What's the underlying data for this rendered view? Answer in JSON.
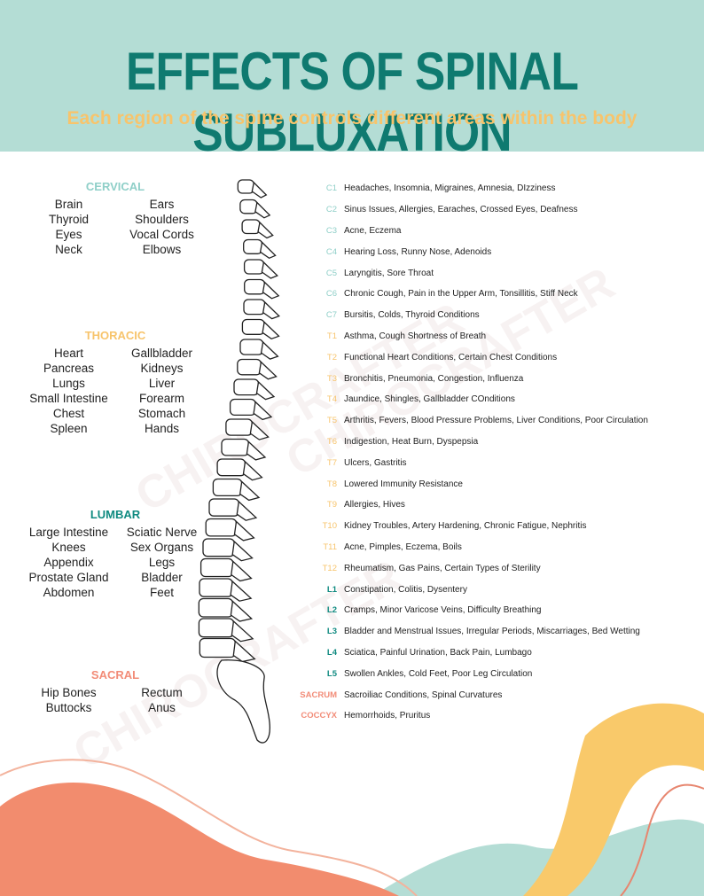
{
  "header": {
    "title": "EFFECTS OF SPINAL SUBLUXATION",
    "subtitle": "Each region of the spine controls different areas within the body"
  },
  "colors": {
    "cervical": "#8fcfc8",
    "thoracic": "#f7c46c",
    "lumbar": "#0f8a80",
    "sacral": "#f28c78"
  },
  "regions": [
    {
      "title": "CERVICAL",
      "color": "#8fcfc8",
      "organs": [
        "Brain",
        "Ears",
        "Thyroid",
        "Shoulders",
        "Eyes",
        "Vocal Cords",
        "Neck",
        "Elbows"
      ]
    },
    {
      "title": "THORACIC",
      "color": "#f7c46c",
      "organs": [
        "Heart",
        "Gallbladder",
        "Pancreas",
        "Kidneys",
        "Lungs",
        "Liver",
        "Small Intestine",
        "Forearm",
        "Chest",
        "Stomach",
        "Spleen",
        "Hands"
      ]
    },
    {
      "title": "LUMBAR",
      "color": "#0f8a80",
      "organs": [
        "Large Intestine",
        "Sciatic Nerve",
        "Knees",
        "Sex Organs",
        "Appendix",
        "Legs",
        "Prostate Gland",
        "Bladder",
        "Abdomen",
        "Feet"
      ]
    },
    {
      "title": "SACRAL",
      "color": "#f28c78",
      "organs": [
        "Hip Bones",
        "Rectum",
        "Buttocks",
        "Anus"
      ]
    }
  ],
  "vertebrae": [
    {
      "label": "C1",
      "color": "#8fcfc8",
      "text": "Headaches, Insomnia, Migraines, Amnesia, DIzziness"
    },
    {
      "label": "C2",
      "color": "#8fcfc8",
      "text": "Sinus Issues, Allergies, Earaches, Crossed Eyes, Deafness"
    },
    {
      "label": "C3",
      "color": "#8fcfc8",
      "text": "Acne, Eczema"
    },
    {
      "label": "C4",
      "color": "#8fcfc8",
      "text": "Hearing Loss, Runny Nose, Adenoids"
    },
    {
      "label": "C5",
      "color": "#8fcfc8",
      "text": "Laryngitis, Sore Throat"
    },
    {
      "label": "C6",
      "color": "#8fcfc8",
      "text": "Chronic Cough, Pain in the Upper Arm, Tonsillitis, Stiff Neck"
    },
    {
      "label": "C7",
      "color": "#8fcfc8",
      "text": "Bursitis, Colds, Thyroid Conditions"
    },
    {
      "label": "T1",
      "color": "#f7c46c",
      "text": "Asthma, Cough Shortness of Breath"
    },
    {
      "label": "T2",
      "color": "#f7c46c",
      "text": "Functional Heart Conditions, Certain Chest Conditions"
    },
    {
      "label": "T3",
      "color": "#f7c46c",
      "text": "Bronchitis, Pneumonia, Congestion, Influenza"
    },
    {
      "label": "T4",
      "color": "#f7c46c",
      "text": "Jaundice, Shingles, Gallbladder COnditions"
    },
    {
      "label": "T5",
      "color": "#f7c46c",
      "text": "Arthritis, Fevers, Blood Pressure Problems, Liver Conditions, Poor Circulation"
    },
    {
      "label": "T6",
      "color": "#f7c46c",
      "text": "Indigestion, Heat Burn, Dyspepsia"
    },
    {
      "label": "T7",
      "color": "#f7c46c",
      "text": "Ulcers, Gastritis"
    },
    {
      "label": "T8",
      "color": "#f7c46c",
      "text": "Lowered Immunity Resistance"
    },
    {
      "label": "T9",
      "color": "#f7c46c",
      "text": "Allergies, Hives"
    },
    {
      "label": "T10",
      "color": "#f7c46c",
      "text": "Kidney Troubles, Artery Hardening, Chronic Fatigue, Nephritis"
    },
    {
      "label": "T11",
      "color": "#f7c46c",
      "text": "Acne, Pimples, Eczema, Boils"
    },
    {
      "label": "T12",
      "color": "#f7c46c",
      "text": "Rheumatism, Gas Pains, Certain Types of Sterility"
    },
    {
      "label": "L1",
      "color": "#0f8a80",
      "text": "Constipation, Colitis, Dysentery"
    },
    {
      "label": "L2",
      "color": "#0f8a80",
      "text": "Cramps, Minor Varicose Veins, Difficulty Breathing"
    },
    {
      "label": "L3",
      "color": "#0f8a80",
      "text": "Bladder and Menstrual Issues, Irregular Periods, Miscarriages, Bed Wetting"
    },
    {
      "label": "L4",
      "color": "#0f8a80",
      "text": "Sciatica, Painful Urination, Back Pain, Lumbago"
    },
    {
      "label": "L5",
      "color": "#0f8a80",
      "text": "Swollen Ankles, Cold Feet, Poor Leg Circulation"
    },
    {
      "label": "SACRUM",
      "color": "#f28c78",
      "text": "Sacroiliac Conditions, Spinal Curvatures"
    },
    {
      "label": "COCCYX",
      "color": "#f28c78",
      "text": "Hemorrhoids, Pruritus"
    }
  ],
  "watermark": "CHIROCRAFTER"
}
